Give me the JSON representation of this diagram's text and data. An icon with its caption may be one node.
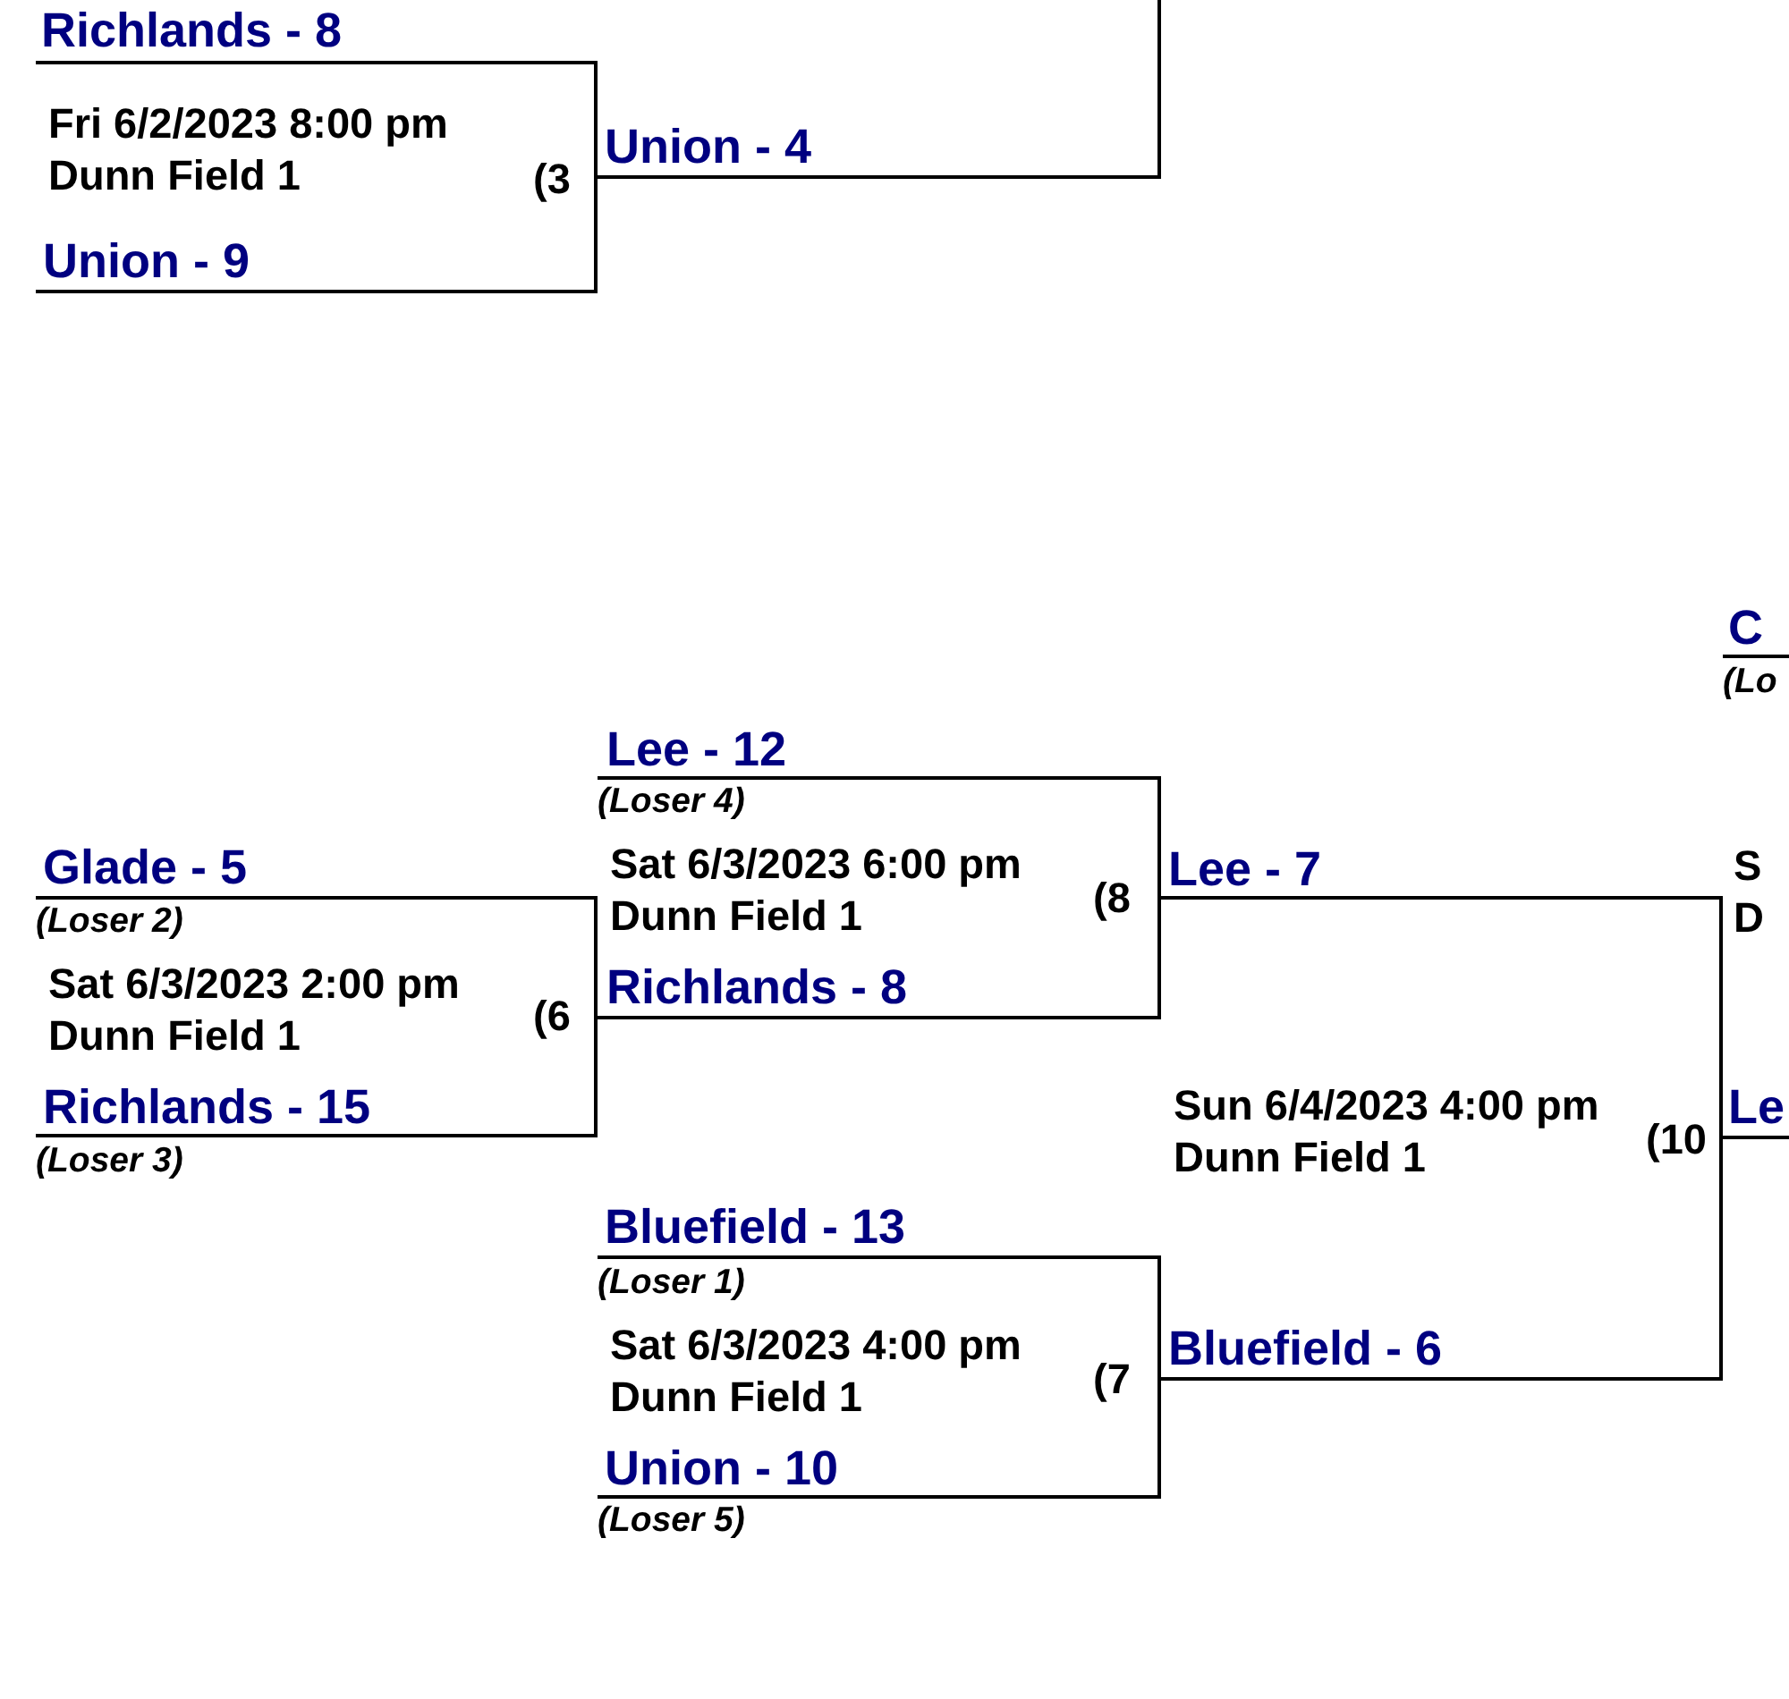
{
  "diagram": {
    "nodes": [
      {
        "text": [
          "Richlands - 8",
          "Fri 6/2/2023 8:00 pm",
          "Dunn Field 1",
          "(3",
          "Union - 9"
        ]
      },
      {
        "text": [
          "Union - 4"
        ]
      },
      {
        "text": [
          "C",
          "(Lo",
          "S",
          "D",
          "Le"
        ]
      },
      {
        "text": [
          "Lee - 12",
          "(Loser 4)",
          "Sat 6/3/2023 6:00 pm",
          "Dunn Field 1",
          "(8",
          "Richlands - 8"
        ]
      },
      {
        "text": [
          "Glade - 5",
          "(Loser 2)",
          "Sat 6/3/2023 2:00 pm",
          "Dunn Field 1",
          "(6",
          "Richlands - 15",
          "(Loser 3)"
        ]
      },
      {
        "text": [
          "Lee - 7",
          "Sun 6/4/2023 4:00 pm",
          "Dunn Field 1",
          "(10",
          "Bluefield - 6"
        ]
      },
      {
        "text": [
          "Bluefield - 13",
          "(Loser 1)",
          "Sat 6/3/2023 4:00 pm",
          "Dunn Field 1",
          "(7",
          "Union - 10",
          "(Loser 5)"
        ]
      }
    ]
  }
}
